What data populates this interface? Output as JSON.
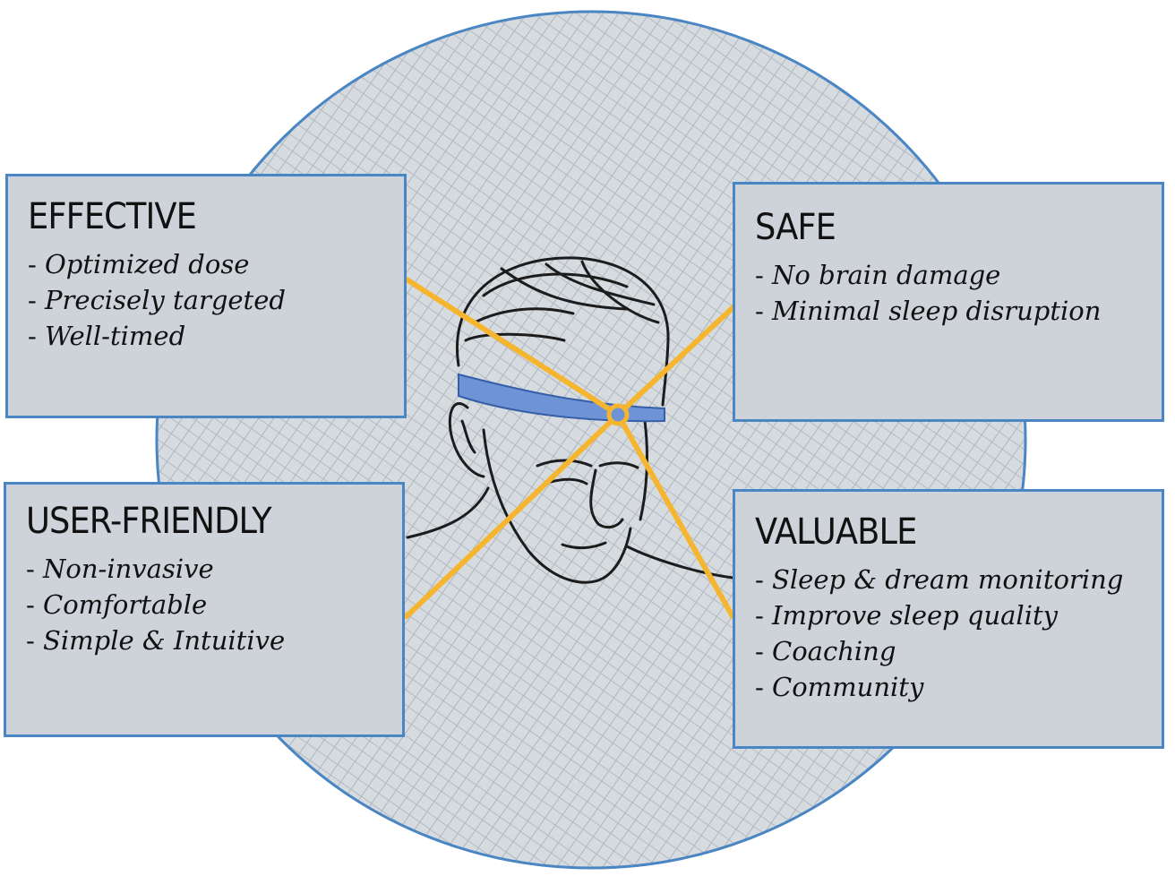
{
  "colors": {
    "circle_fill": "#d4d9de",
    "circle_stroke": "#4a86c3",
    "box_fill": "#cdd3d9",
    "box_stroke": "#4a86c3",
    "rays": "#f5b52e",
    "headband": "#6e93d6"
  },
  "icons": {
    "head": "head-sketch-icon",
    "headband": "headband-icon"
  },
  "panels": {
    "effective": {
      "title": "EFFECTIVE",
      "items": [
        "Optimized dose",
        "Precisely targeted",
        "Well-timed"
      ]
    },
    "safe": {
      "title": "SAFE",
      "items": [
        "No brain damage",
        "Minimal sleep disruption"
      ]
    },
    "user_friendly": {
      "title": "USER-FRIENDLY",
      "items": [
        "Non-invasive",
        "Comfortable",
        "Simple & Intuitive"
      ]
    },
    "valuable": {
      "title": "VALUABLE",
      "items": [
        "Sleep & dream monitoring",
        "Improve sleep quality",
        "Coaching",
        "Community"
      ]
    }
  }
}
